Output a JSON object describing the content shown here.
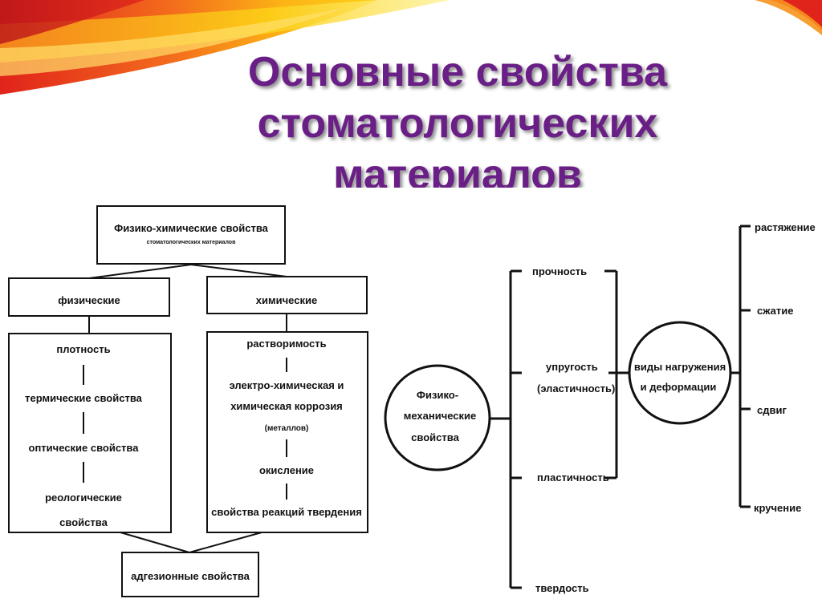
{
  "title": {
    "line1": "Основные свойства",
    "line2": "стоматологических",
    "line3": "материалов"
  },
  "left_diagram": {
    "root_title": "Физико-химические свойства",
    "root_subtitle": "стоматологических материалов",
    "physical": {
      "header": "физические",
      "items": [
        "плотность",
        "термические свойства",
        "оптические свойства",
        "реологические",
        "свойства"
      ]
    },
    "chemical": {
      "header": "химические",
      "items": [
        "растворимость",
        "электро-химическая и",
        "химическая коррозия",
        "(металлов)",
        "окисление",
        "свойства реакций твердения"
      ]
    },
    "adhesion": "адгезионные свойства"
  },
  "right_diagram": {
    "center_node": [
      "Физико-",
      "механические",
      "свойства"
    ],
    "properties": [
      "прочность",
      "упругость",
      "(эластичность)",
      "пластичность",
      "твердость"
    ],
    "loading_node": [
      "виды нагружения",
      "и деформации"
    ],
    "loading_types": [
      "растяжение",
      "сжатие",
      "сдвиг",
      "кручение"
    ]
  },
  "colors": {
    "title": "#6a1f86",
    "ribbon_red": "#e0231b",
    "ribbon_orange": "#f7941d",
    "ribbon_yellow": "#fcd116"
  }
}
